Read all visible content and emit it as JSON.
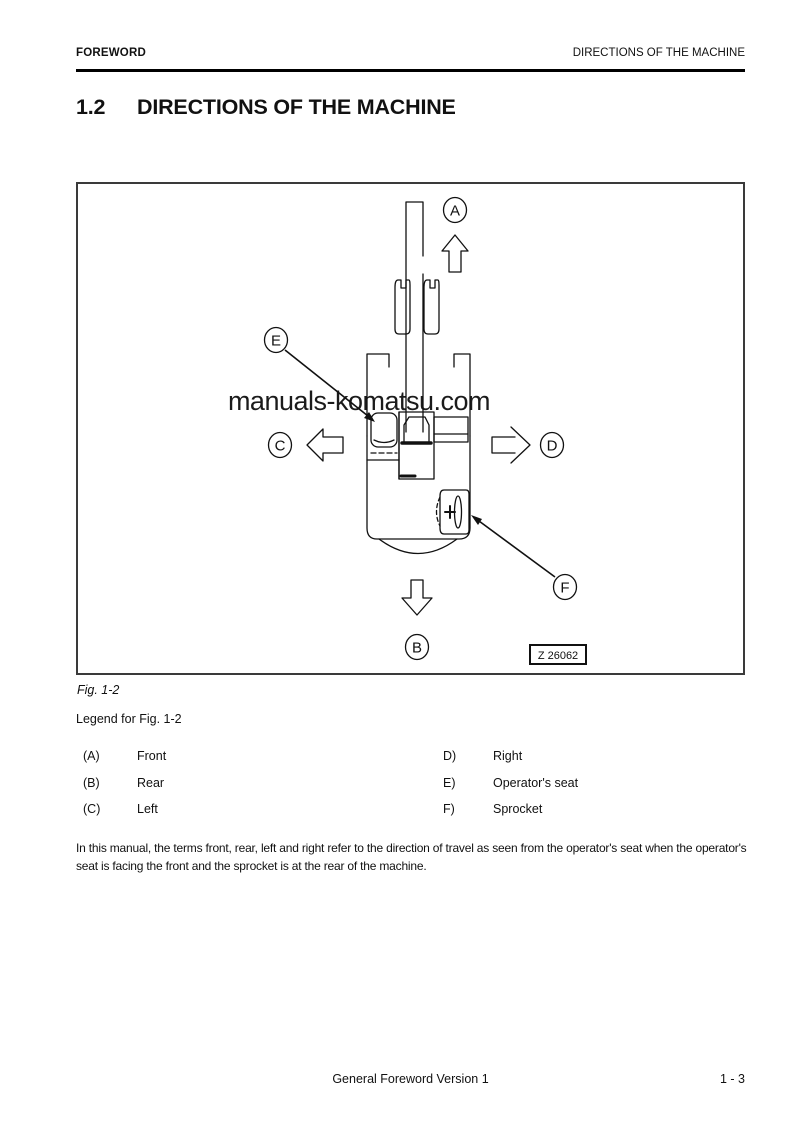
{
  "header": {
    "left": "FOREWORD",
    "right": "DIRECTIONS OF THE MACHINE"
  },
  "title": {
    "number": "1.2",
    "text": "DIRECTIONS OF THE MACHINE"
  },
  "figure": {
    "caption": "Fig. 1-2",
    "watermark": "manuals-komatsu.com",
    "drawing_number": "Z 26062",
    "labels": {
      "front": "A",
      "rear": "B",
      "left": "C",
      "right": "D",
      "seat": "E",
      "sprocket": "F"
    }
  },
  "legend": {
    "heading": "Legend for Fig. 1-2",
    "left": [
      {
        "key": "(A)",
        "value": "Front"
      },
      {
        "key": "(B)",
        "value": "Rear"
      },
      {
        "key": "(C)",
        "value": "Left"
      }
    ],
    "right": [
      {
        "key": "D)",
        "value": "Right"
      },
      {
        "key": "E)",
        "value": "Operator's seat"
      },
      {
        "key": "F)",
        "value": "Sprocket"
      }
    ]
  },
  "body_text": "In this manual, the terms front, rear, left and right refer to the direction of travel as seen from the operator's seat when the operator's seat is facing the front and the sprocket is at the rear of the machine.",
  "footer": {
    "center": "General Foreword Version 1",
    "page": "1  - 3"
  },
  "colors": {
    "ink": "#111111",
    "watermark": "#1b1b1b"
  }
}
